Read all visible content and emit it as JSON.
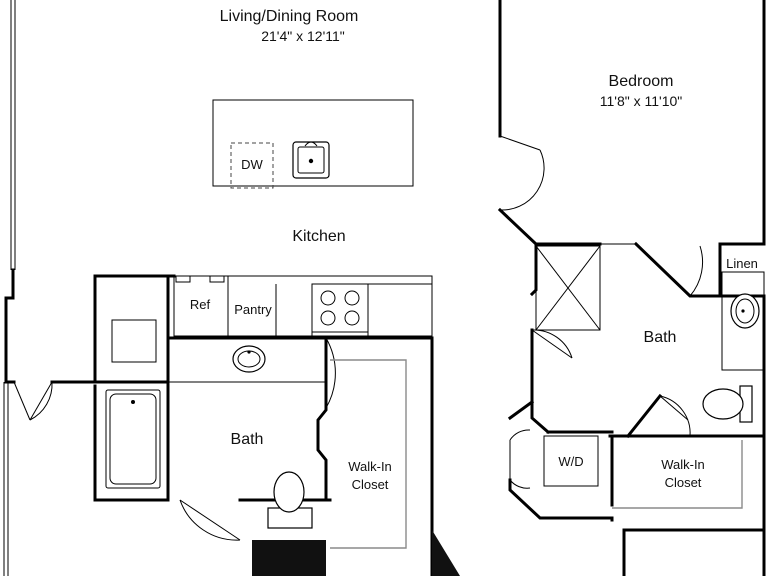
{
  "rooms": {
    "living_dining": {
      "name": "Living/Dining Room",
      "dims": "21'4\" x 12'11\""
    },
    "bedroom": {
      "name": "Bedroom",
      "dims": "11'8\" x 11'10\""
    },
    "kitchen": {
      "name": "Kitchen"
    },
    "bath_left": {
      "name": "Bath"
    },
    "bath_right": {
      "name": "Bath"
    },
    "closet_left": {
      "line1": "Walk-In",
      "line2": "Closet"
    },
    "closet_right": {
      "line1": "Walk-In",
      "line2": "Closet"
    }
  },
  "fixtures": {
    "dishwasher": "DW",
    "refrigerator": "Ref",
    "pantry": "Pantry",
    "washer_dryer": "W/D",
    "linen": "Linen"
  },
  "colors": {
    "wall": "#000000",
    "counter": "#8a8a8a",
    "background": "#ffffff"
  }
}
